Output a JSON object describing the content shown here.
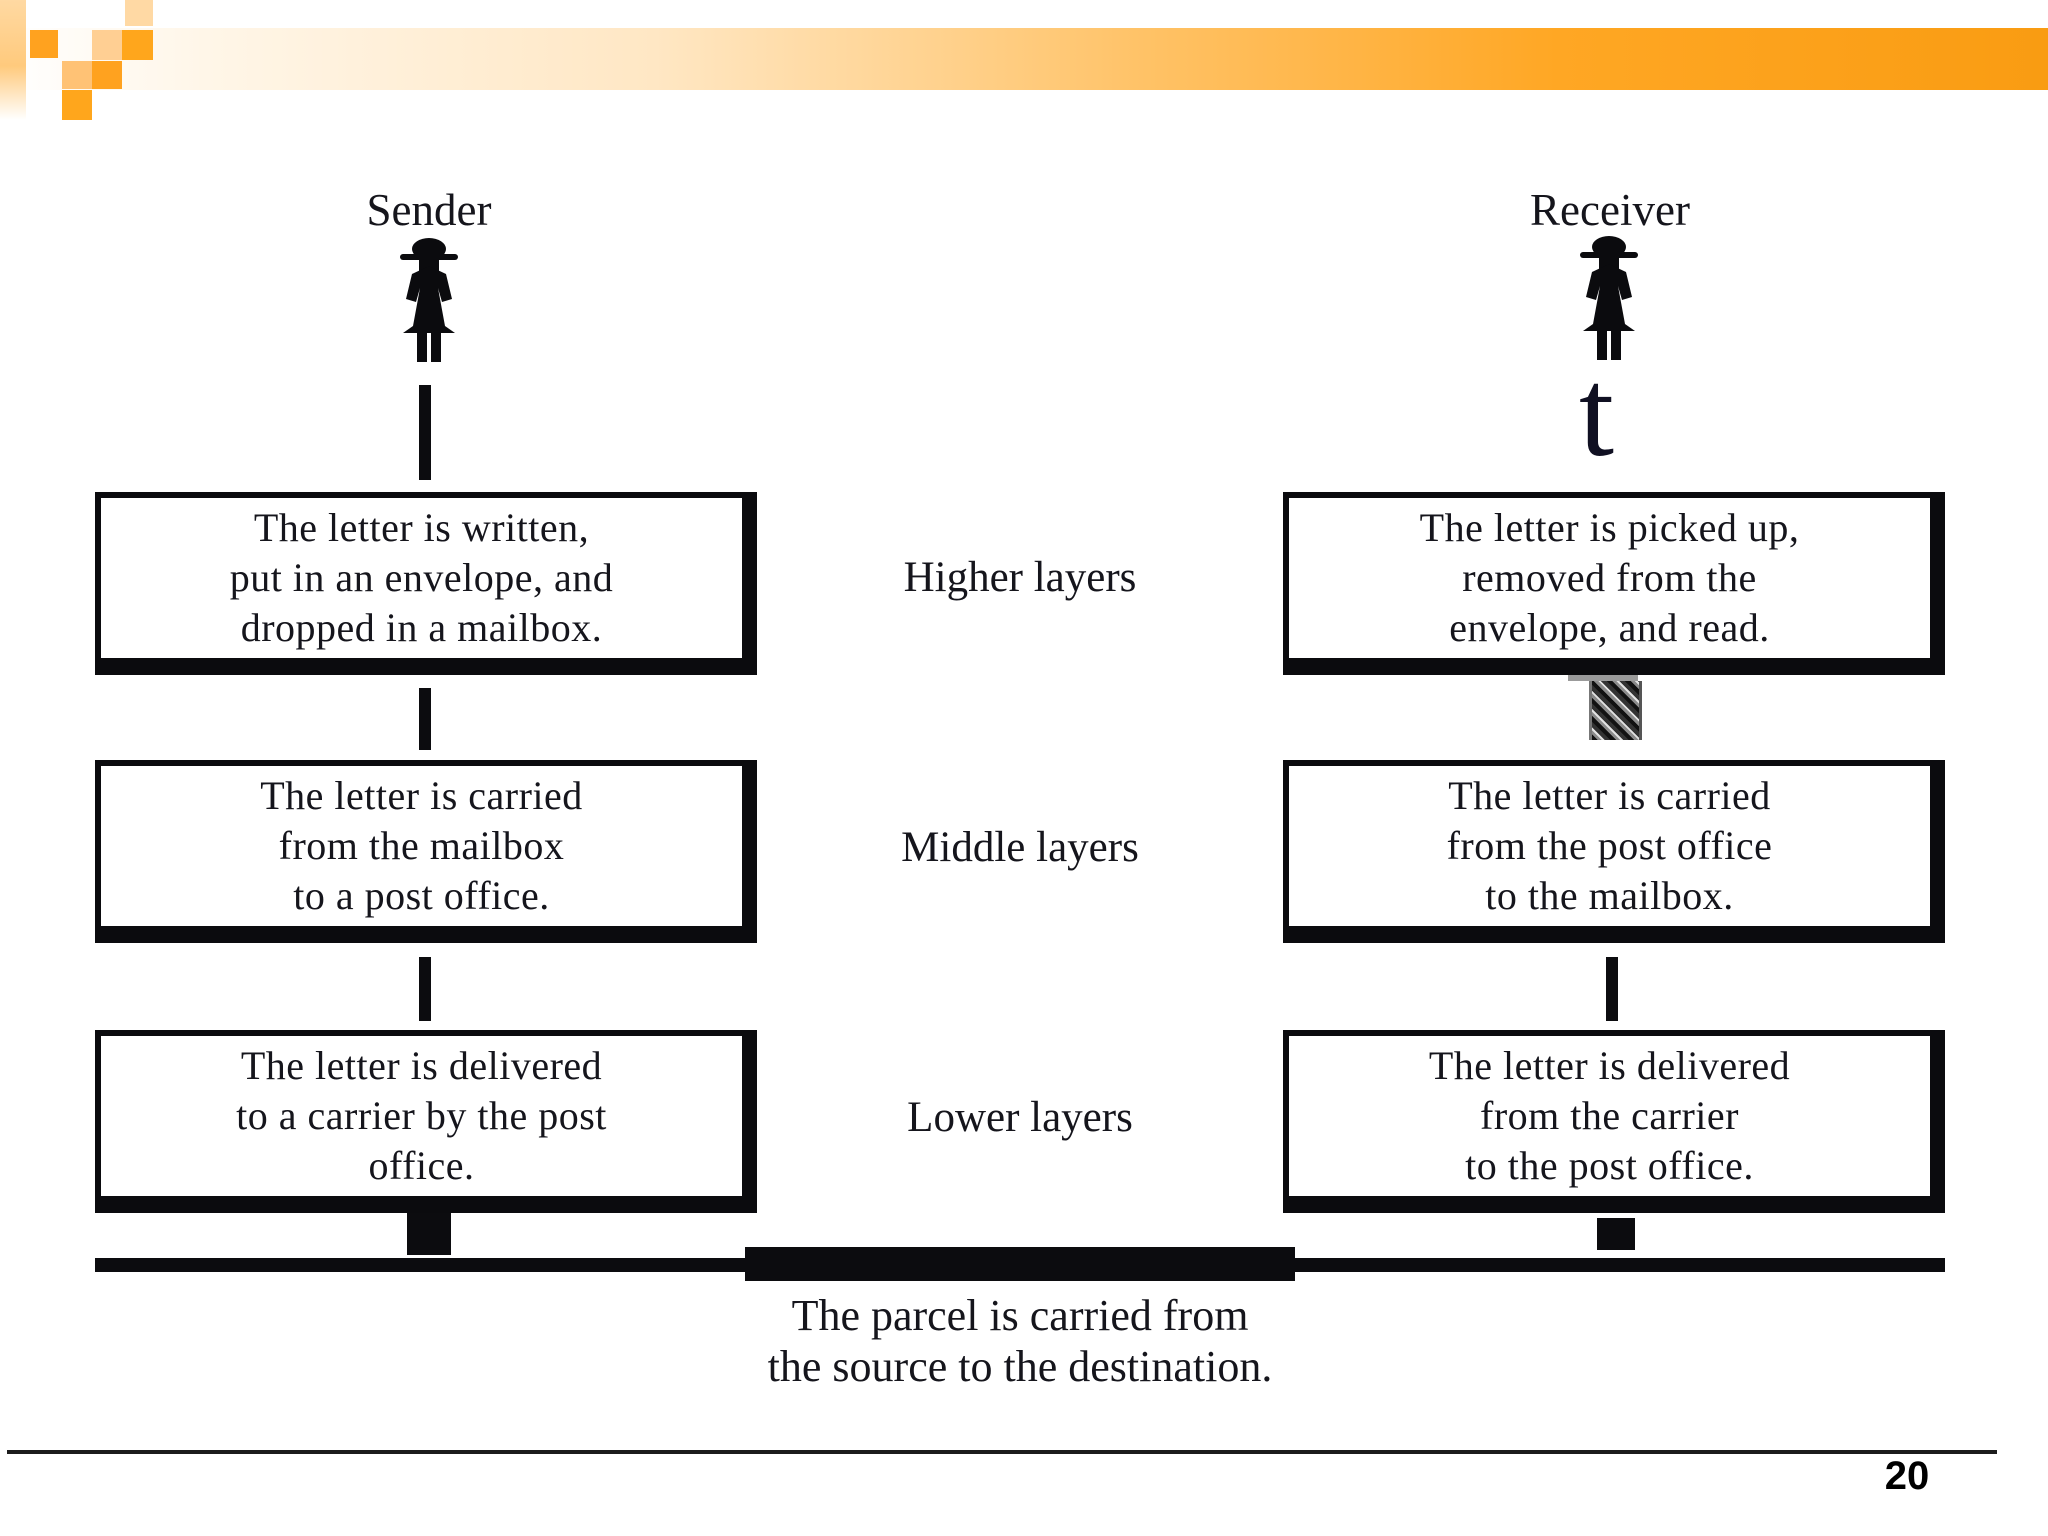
{
  "slide": {
    "theme": "orange-pixel-banner",
    "colors": {
      "accent_orange": "#F99C12",
      "accent_orange_light": "#FFC266",
      "ink": "#15151C"
    }
  },
  "actors": {
    "sender_label": "Sender",
    "receiver_label": "Receiver",
    "receiver_glyph": "t"
  },
  "icons": {
    "sender_person": "person-silhouette-icon",
    "receiver_person": "person-silhouette-icon"
  },
  "layer_labels": {
    "higher": "Higher layers",
    "middle": "Middle layers",
    "lower": "Lower layers"
  },
  "sender_boxes": [
    {
      "lines": [
        "The letter is written,",
        "put in an envelope, and",
        "dropped in a mailbox."
      ]
    },
    {
      "lines": [
        "The letter is carried",
        "from the mailbox",
        "to a post office."
      ]
    },
    {
      "lines": [
        "The letter is delivered",
        "to a carrier by the post",
        "office."
      ]
    }
  ],
  "receiver_boxes": [
    {
      "lines": [
        "The letter is picked up,",
        "removed from the",
        "envelope, and read."
      ]
    },
    {
      "lines": [
        "The letter is carried",
        "from the post office",
        "to the mailbox."
      ]
    },
    {
      "lines": [
        "The letter is delivered",
        "from the carrier",
        "to the post office."
      ]
    }
  ],
  "bottom": {
    "caption_lines": [
      "The parcel is carried from",
      "the source to the destination."
    ]
  },
  "footer": {
    "page_number": "20"
  }
}
